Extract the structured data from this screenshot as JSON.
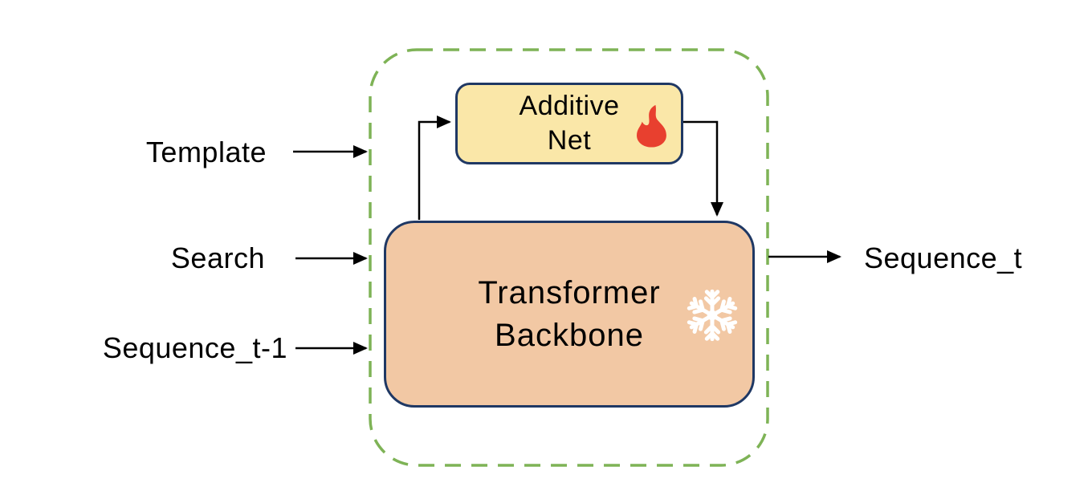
{
  "diagram": {
    "labels": {
      "template": "Template",
      "search": "Search",
      "sequence_prev": "Sequence_t-1",
      "sequence_out": "Sequence_t"
    },
    "boxes": {
      "additive_net": {
        "line1": "Additive",
        "line2": "Net",
        "icon": "flame-icon",
        "fill": "#FAE7A8"
      },
      "transformer": {
        "line1": "Transformer",
        "line2": "Backbone",
        "icon": "snowflake-icon",
        "fill": "#F2C8A4"
      }
    },
    "colors": {
      "dashed_container_border": "#7EB356",
      "node_border": "#1F3864",
      "flame": "#E8402F",
      "snowflake": "#FFFFFF",
      "arrow": "#000000",
      "text": "#000000"
    }
  }
}
